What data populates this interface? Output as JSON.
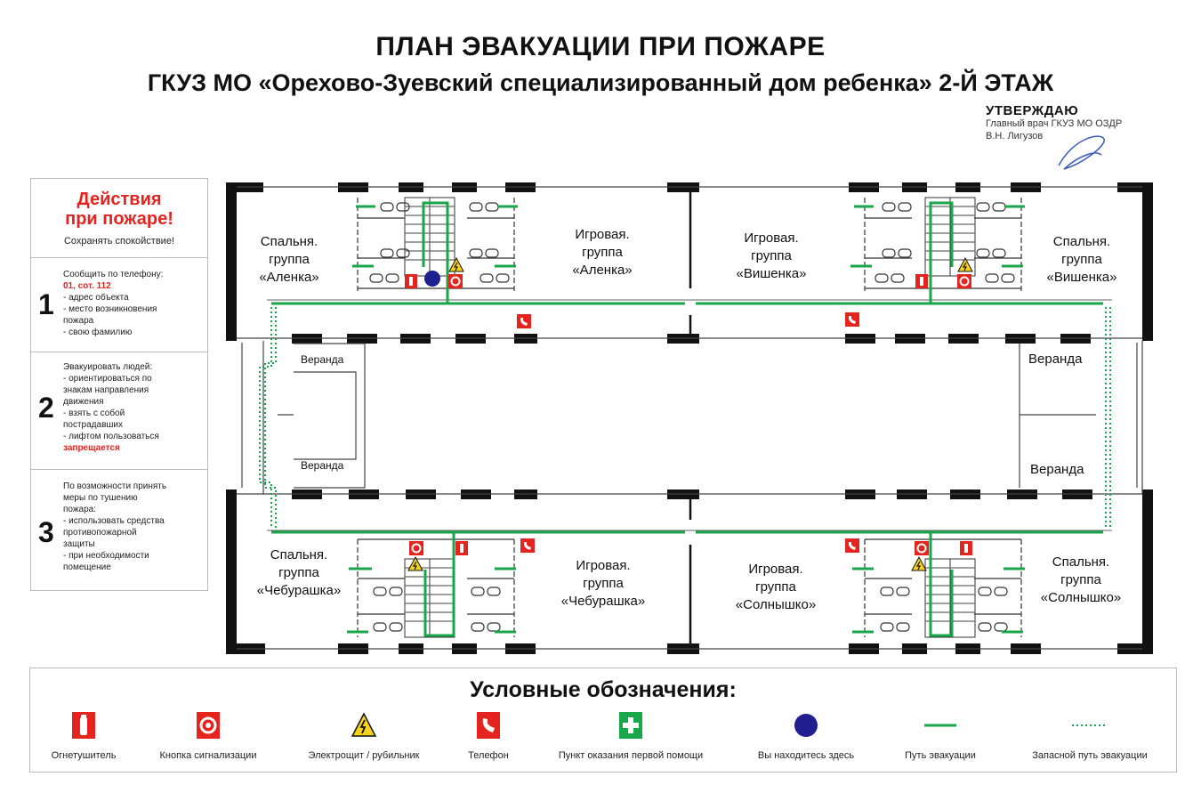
{
  "header": {
    "title_line1": "ПЛАН ЭВАКУАЦИИ ПРИ ПОЖАРЕ",
    "title_line2": "ГКУЗ МО «Орехово-Зуевский специализированный дом ребенка» 2-Й ЭТАЖ"
  },
  "approval": {
    "heading": "УТВЕРЖДАЮ",
    "position": "Главный врач ГКУЗ МО ОЗДР",
    "name": "В.Н. Лигузов"
  },
  "instructions": {
    "heading_line1": "Действия",
    "heading_line2": "при пожаре!",
    "calm": "Сохранять спокойствие!",
    "steps": [
      {
        "number": "1",
        "lines": [
          "Сообщить по телефону:"
        ],
        "highlight": "01, сот. 112",
        "after": [
          "- адрес объекта",
          "- место возникновения",
          "  пожара",
          "- свою фамилию"
        ]
      },
      {
        "number": "2",
        "lines": [
          "Эвакуировать людей:",
          "- ориентироваться по",
          "  знакам направления",
          "  движения",
          "- взять с собой",
          "  пострадавших",
          "- лифтом пользоваться"
        ],
        "highlight": "запрещается",
        "after": []
      },
      {
        "number": "3",
        "lines": [
          "По возможности принять",
          "меры по тушению",
          "пожара:",
          "- использовать средства",
          "  противопожарной",
          "  защиты",
          "- при необходимости",
          "  помещение"
        ],
        "highlight": "",
        "after": []
      }
    ]
  },
  "rooms": {
    "r1": [
      "Спальня.",
      "группа",
      "«Аленка»"
    ],
    "r2": [
      "Игровая.",
      "группа",
      "«Аленка»"
    ],
    "r3": [
      "Игровая.",
      "группа",
      "«Вишенка»"
    ],
    "r4": [
      "Спальня.",
      "группа",
      "«Вишенка»"
    ],
    "r5": [
      "Спальня.",
      "группа",
      "«Чебурашка»"
    ],
    "r6": [
      "Игровая.",
      "группа",
      "«Чебурашка»"
    ],
    "r7": [
      "Игровая.",
      "группа",
      "«Солнышко»"
    ],
    "r8": [
      "Спальня.",
      "группа",
      "«Солнышко»"
    ],
    "veranda": "Веранда"
  },
  "legend": {
    "title": "Условные обозначения:",
    "items": [
      {
        "icon": "extinguisher-icon",
        "label": "Огнетушитель"
      },
      {
        "icon": "alarm-button-icon",
        "label": "Кнопка сигнализации"
      },
      {
        "icon": "electrical-panel-icon",
        "label": "Электрощит / рубильник"
      },
      {
        "icon": "phone-icon",
        "label": "Телефон"
      },
      {
        "icon": "first-aid-icon",
        "label": "Пункт оказания первой помощи"
      },
      {
        "icon": "you-are-here-icon",
        "label": "Вы находитесь здесь"
      },
      {
        "icon": "evacuation-path-icon",
        "label": "Путь эвакуации"
      },
      {
        "icon": "reserve-path-icon",
        "label": "Запасной путь эвакуации"
      }
    ]
  },
  "colors": {
    "red": "#e52420",
    "green": "#1aa64a",
    "navy": "#1f1f8f",
    "wall": "#111111",
    "yellow": "#f6d31a"
  }
}
